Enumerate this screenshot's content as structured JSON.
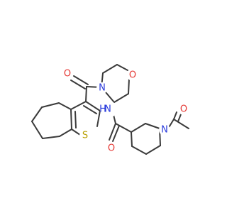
{
  "molecule": {
    "atoms": {
      "o_amide_top": "O",
      "n_morpholine": "N",
      "o_morpholine": "O",
      "n_amide_nh": "N",
      "h_amide_nh": "H",
      "s_thiophene": "S",
      "o_amide_lower": "O",
      "n_piperidine": "N",
      "o_acetyl": "O"
    },
    "colors": {
      "bond": "#3a3a3a",
      "oxygen": "#e53935",
      "nitrogen": "#2a3bdc",
      "sulfur": "#b8a000"
    }
  }
}
